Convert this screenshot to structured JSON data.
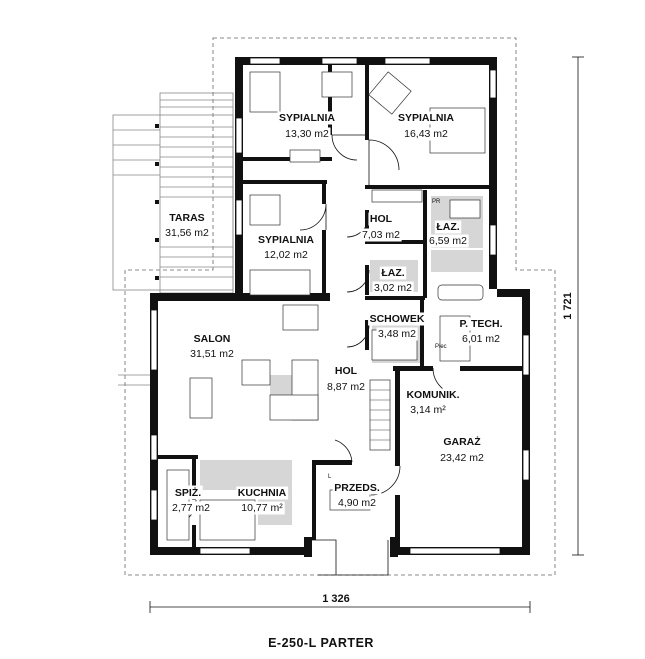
{
  "plan": {
    "title": "E-250-L PARTER",
    "dim_width": "1 326",
    "dim_height": "1 721",
    "rooms": {
      "sypialnia1": {
        "name": "SYPIALNIA",
        "area": "13,30 m2"
      },
      "sypialnia2": {
        "name": "SYPIALNIA",
        "area": "16,43 m2"
      },
      "taras": {
        "name": "TARAS",
        "area": "31,56 m2"
      },
      "hol_top": {
        "name": "HOL",
        "area": "7,03 m2"
      },
      "laz1": {
        "name": "ŁAZ.",
        "area": "6,59 m2"
      },
      "sypialnia3": {
        "name": "SYPIALNIA",
        "area": "12,02 m2"
      },
      "laz2": {
        "name": "ŁAZ.",
        "area": "3,02 m2"
      },
      "salon": {
        "name": "SALON",
        "area": "31,51 m2"
      },
      "schowek": {
        "name": "SCHOWEK",
        "area": "3,48 m2"
      },
      "ptech": {
        "name": "P. TECH.",
        "area": "6,01 m2"
      },
      "hol_main": {
        "name": "HOL",
        "area": "8,87 m2"
      },
      "komunik": {
        "name": "KOMUNIK.",
        "area": "3,14 m²"
      },
      "garaz": {
        "name": "GARAŻ",
        "area": "23,42 m2"
      },
      "spiz": {
        "name": "SPIŻ.",
        "area": "2,77 m2"
      },
      "kuchnia": {
        "name": "KUCHNIA",
        "area": "10,77 m²"
      },
      "przedp": {
        "name": "PRZEDS.",
        "area": "4,90 m2"
      }
    },
    "small_labels": {
      "pr": "PR",
      "piec": "Piec",
      "l": "L"
    }
  }
}
